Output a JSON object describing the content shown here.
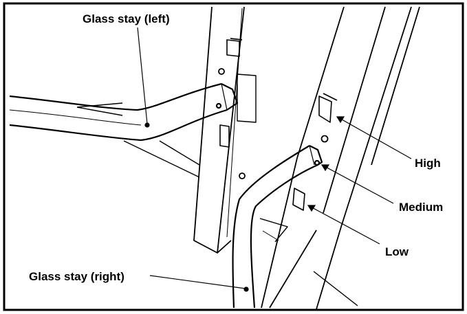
{
  "labels": {
    "glass_stay_left": "Glass stay (left)",
    "glass_stay_right": "Glass stay (right)",
    "high": "High",
    "medium": "Medium",
    "low": "Low"
  },
  "colors": {
    "line": "#000000",
    "background": "#ffffff"
  }
}
